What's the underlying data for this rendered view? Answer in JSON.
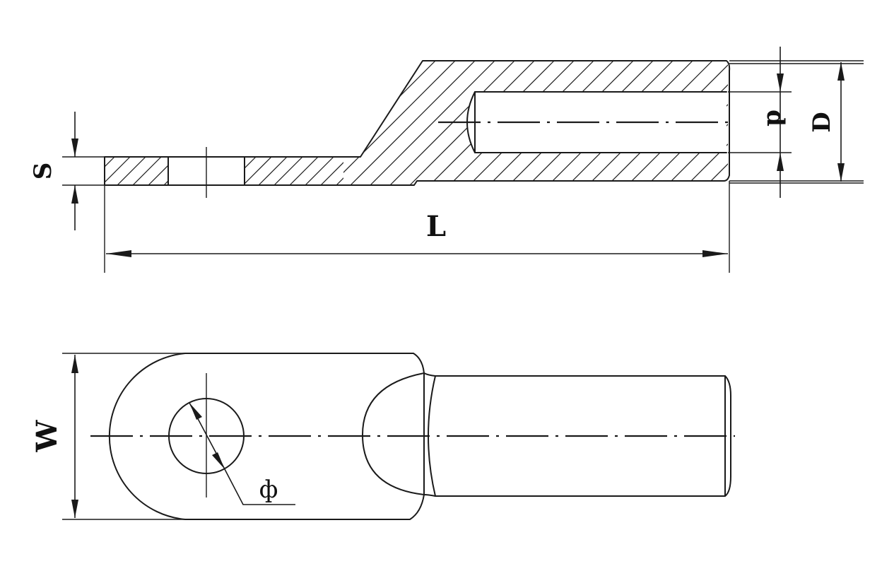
{
  "labels": {
    "S": "S",
    "L": "L",
    "d": "d",
    "D": "D",
    "W": "W",
    "phi": "ф"
  },
  "colors": {
    "line": "#1a1a1a",
    "background": "#ffffff"
  }
}
